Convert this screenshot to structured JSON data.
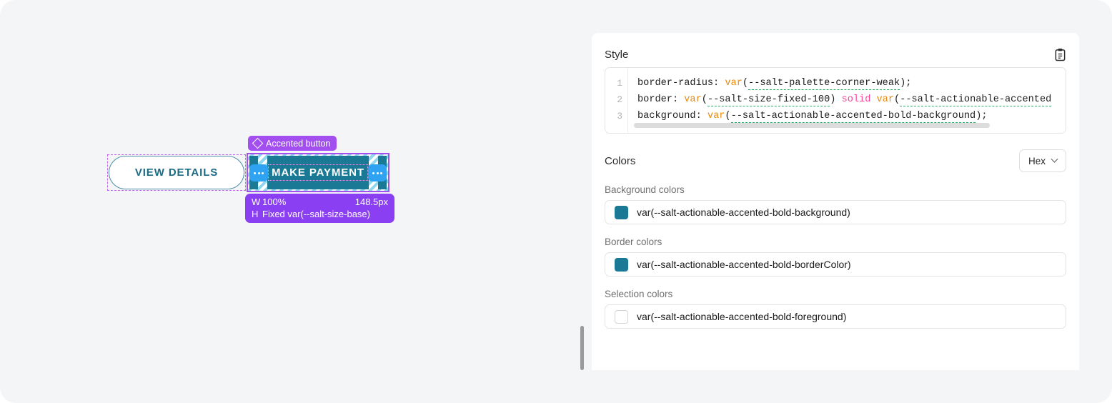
{
  "canvas": {
    "secondary_button": {
      "label": "VIEW DETAILS"
    },
    "accented_button": {
      "label": "MAKE PAYMENT",
      "badge_label": "Accented button",
      "badge_icon": "diamond-icon",
      "handle_icon": "ellipsis-icon"
    },
    "size_tooltip": {
      "width_key": "W",
      "width_mode": "100%",
      "width_value": "148.5px",
      "height_key": "H",
      "height_mode": "Fixed",
      "height_value": "var(--salt-size-base)"
    }
  },
  "panel": {
    "style_section": {
      "title": "Style",
      "copy_icon": "clipboard-icon",
      "code": {
        "line_numbers": [
          "1",
          "2",
          "3"
        ],
        "line1": {
          "prop": "border-radius: ",
          "fn": "var",
          "open": "(",
          "var": "--salt-palette-corner-weak",
          "close": ");"
        },
        "line2": {
          "prop": "border: ",
          "fn": "var",
          "open": "(",
          "var": "--salt-size-fixed-100",
          "close": ") ",
          "keyword": "solid",
          "fn2": " var",
          "open2": "(",
          "var2": "--salt-actionable-accented"
        },
        "line3": {
          "prop": "background: ",
          "fn": "var",
          "open": "(",
          "var": "--salt-actionable-accented-bold-background",
          "close": ");"
        }
      }
    },
    "colors_section": {
      "title": "Colors",
      "format_select": {
        "value": "Hex",
        "icon": "chevron-down-icon"
      },
      "groups": [
        {
          "label": "Background colors",
          "rows": [
            {
              "swatch": "#1a7a96",
              "value": "var(--salt-actionable-accented-bold-background)"
            }
          ]
        },
        {
          "label": "Border colors",
          "rows": [
            {
              "swatch": "#1a7a96",
              "value": "var(--salt-actionable-accented-bold-borderColor)"
            }
          ]
        },
        {
          "label": "Selection colors",
          "rows": [
            {
              "swatch": "#ffffff",
              "value": "var(--salt-actionable-accented-bold-foreground)"
            }
          ]
        }
      ]
    }
  }
}
